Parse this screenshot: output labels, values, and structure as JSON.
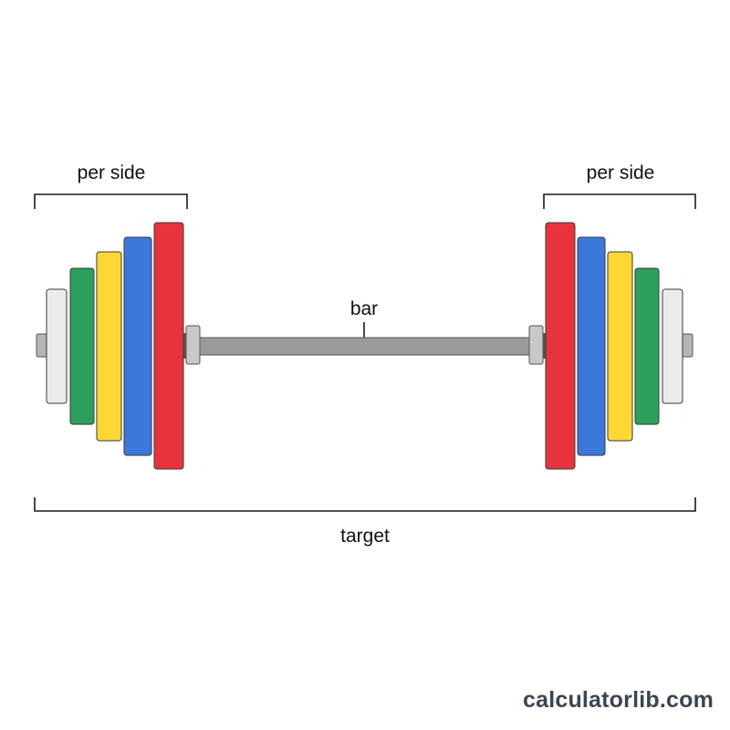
{
  "labels": {
    "left_per_side": "per side",
    "right_per_side": "per side",
    "bar": "bar",
    "target": "target"
  },
  "plates": [
    {
      "name": "red",
      "color": "#e8333c"
    },
    {
      "name": "blue",
      "color": "#3a78dc"
    },
    {
      "name": "yellow",
      "color": "#fdd835"
    },
    {
      "name": "green",
      "color": "#2e9e5b"
    },
    {
      "name": "white",
      "color": "#ebebeb"
    }
  ],
  "colors": {
    "bar": "#9a9a9a",
    "collar": "#c8c8c8",
    "bracket": "#1a1a1a"
  },
  "brand": "calculatorlib.com"
}
